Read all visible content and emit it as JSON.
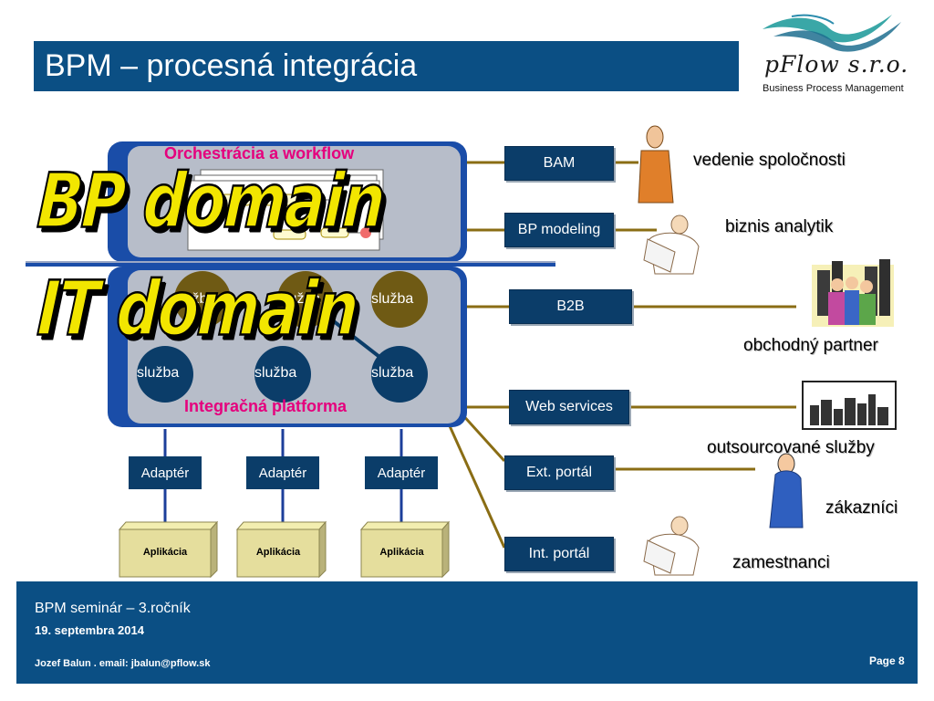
{
  "title": "BPM – procesná integrácia",
  "logo": {
    "name": "pFlow s.r.o.",
    "tagline": "Business Process Management"
  },
  "domains": {
    "bp": "BP domain",
    "it": "IT domain"
  },
  "platform": {
    "orchestration_label": "Orchestrácia a workflow",
    "integration_label": "Integračná platforma",
    "services": [
      "služba",
      "služba",
      "služba",
      "služba",
      "služba",
      "služba"
    ]
  },
  "adapters": [
    "Adaptér",
    "Adaptér",
    "Adaptér"
  ],
  "applications": [
    "Aplikácia",
    "Aplikácia",
    "Aplikácia"
  ],
  "channels": [
    "BAM",
    "BP modeling",
    "B2B",
    "Web services",
    "Ext. portál",
    "Int. portál"
  ],
  "personas": [
    "vedenie spoločnosti",
    "biznis analytik",
    "obchodný partner",
    "outsourcované služby",
    "zákazníci",
    "zamestnanci"
  ],
  "footer": {
    "course": "BPM seminár – 3.ročník",
    "date": "19. septembra 2014",
    "author": "Jozef Balun . email: jbalun@pflow.sk",
    "page": "Page 8"
  },
  "colors": {
    "title_bg": "#0b4f84",
    "box_bg": "#0b3d69",
    "accent_text": "#e5007d",
    "domain_text": "#f2e600",
    "connector": "#8a6d14"
  }
}
